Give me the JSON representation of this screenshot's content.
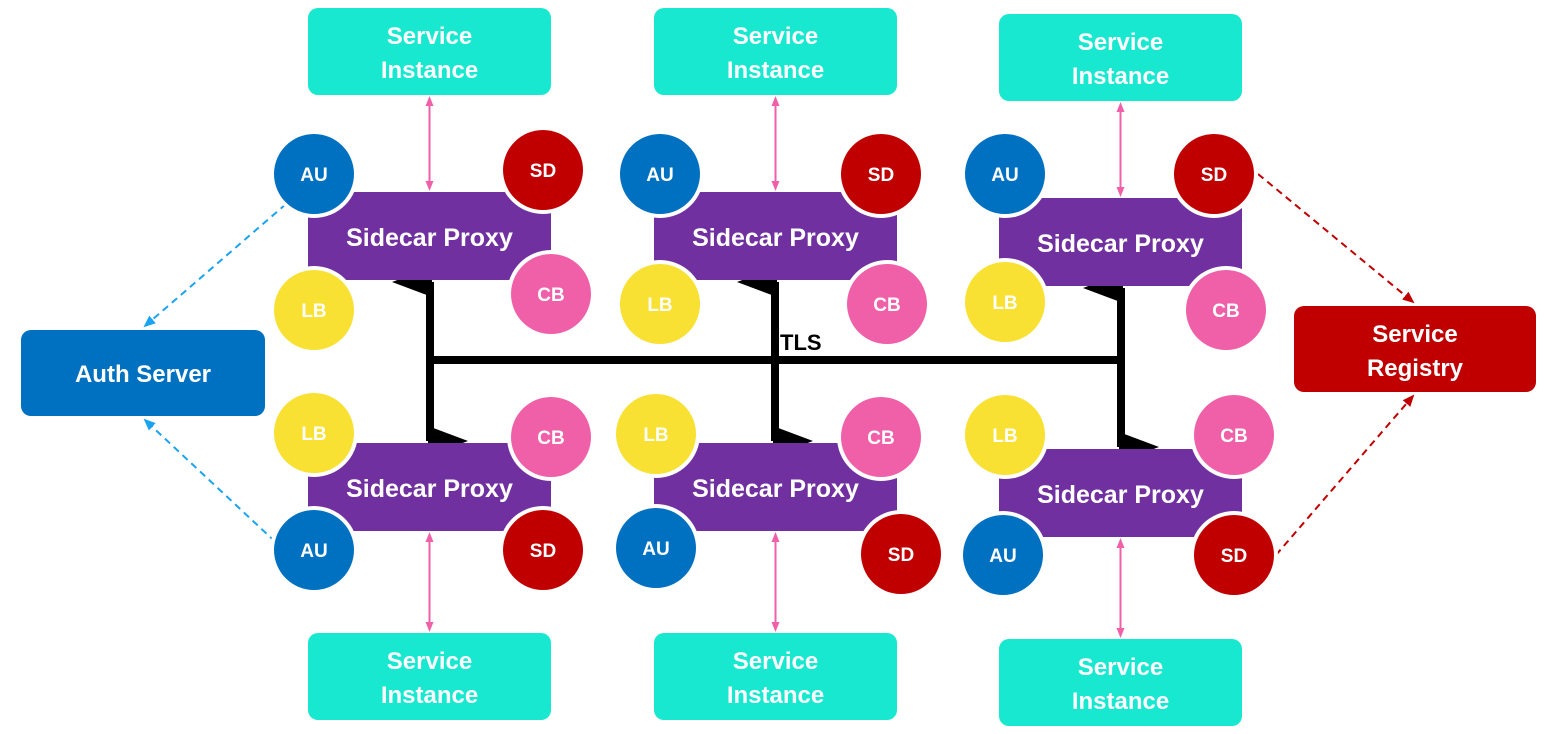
{
  "colors": {
    "service_instance": "#17E8CF",
    "sidecar_proxy": "#7030A0",
    "auth_server": "#0070C0",
    "service_registry": "#C00000",
    "AU": "#0070C0",
    "SD": "#C00000",
    "LB": "#F8E133",
    "CB": "#EF60A8",
    "instance_link": "#EF60A8",
    "auth_link": "#1AA3F0",
    "registry_link": "#C00000",
    "tls": "#000000",
    "text": "#ffffff"
  },
  "auth_server": {
    "label": "Auth Server"
  },
  "service_registry": {
    "label_lines": [
      "Service",
      "Registry"
    ]
  },
  "tls_label": "TLS",
  "service_instance_label_lines": [
    "Service",
    "Instance"
  ],
  "sidecar_label": "Sidecar Proxy",
  "components": {
    "AU": "AU",
    "SD": "SD",
    "LB": "LB",
    "CB": "CB"
  },
  "pods": [
    {
      "id": "top-1",
      "position": "top",
      "column": 1
    },
    {
      "id": "top-2",
      "position": "top",
      "column": 2
    },
    {
      "id": "top-3",
      "position": "top",
      "column": 3
    },
    {
      "id": "bottom-1",
      "position": "bottom",
      "column": 1
    },
    {
      "id": "bottom-2",
      "position": "bottom",
      "column": 2
    },
    {
      "id": "bottom-3",
      "position": "bottom",
      "column": 3
    }
  ]
}
